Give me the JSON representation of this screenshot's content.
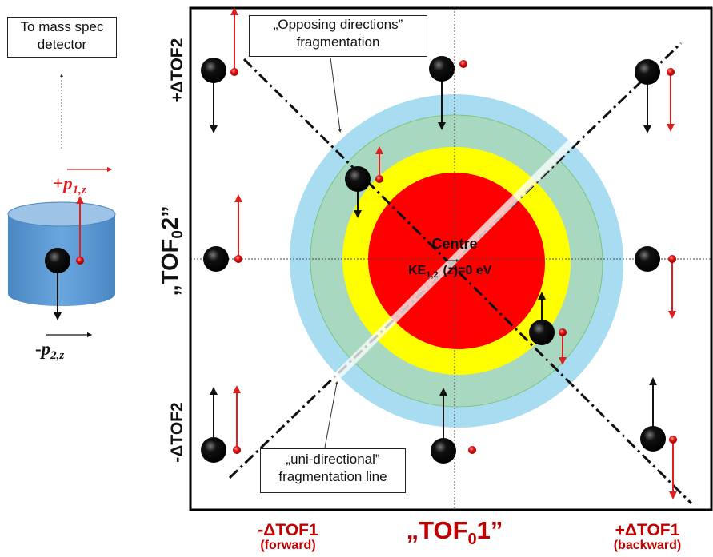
{
  "colors": {
    "red_arrow": "#e02020",
    "particle_red": "#dd1111",
    "ring_outer": "#a8dcf0",
    "ring_green": "#a8d8c0",
    "ring_yellow": "#ffff00",
    "ring_center": "#ff0000",
    "cylinder": "#5b9bd5",
    "label_red": "#c00000"
  },
  "detector_box": {
    "line1": "To mass spec",
    "line2": "detector"
  },
  "momentum_labels": {
    "p1_sign": "+",
    "p1_symbol": "p",
    "p1_sub": "1,z",
    "p2_sign": "-",
    "p2_symbol": "p",
    "p2_sub": "2,z"
  },
  "y_axis": {
    "top": "+ΔTOF2",
    "bottom": "-ΔTOF2",
    "title_open": "„TOF",
    "title_sub": "0",
    "title_close": "2”"
  },
  "x_axis": {
    "left_line1": "-ΔTOF1",
    "left_line2": "(forward)",
    "title_open": "„TOF",
    "title_sub": "0",
    "title_close": "1”",
    "right_line1": "+ΔTOF1",
    "right_line2": "(backward)"
  },
  "center_label": {
    "title": "Centre",
    "ke": "KE",
    "ke_sub": "1,2",
    "ke_rest_open": "(",
    "ke_z": "z",
    "ke_rest_close": ")=0 eV"
  },
  "callouts": {
    "opposing_line1": "„Opposing directions”",
    "opposing_line2": "fragmentation",
    "uni_line1": "„uni-directional”",
    "uni_line2": "fragmentation line"
  },
  "grid_particles": [
    {
      "id": "top-left",
      "red_up": true
    },
    {
      "id": "top-center",
      "red_up": false
    },
    {
      "id": "top-right",
      "red_up": false
    },
    {
      "id": "middle-left",
      "red_up": true
    },
    {
      "id": "middle-right",
      "red_up": false
    },
    {
      "id": "bottom-left",
      "red_up": true
    },
    {
      "id": "bottom-center",
      "red_up": false
    },
    {
      "id": "bottom-right",
      "red_up": false
    }
  ]
}
